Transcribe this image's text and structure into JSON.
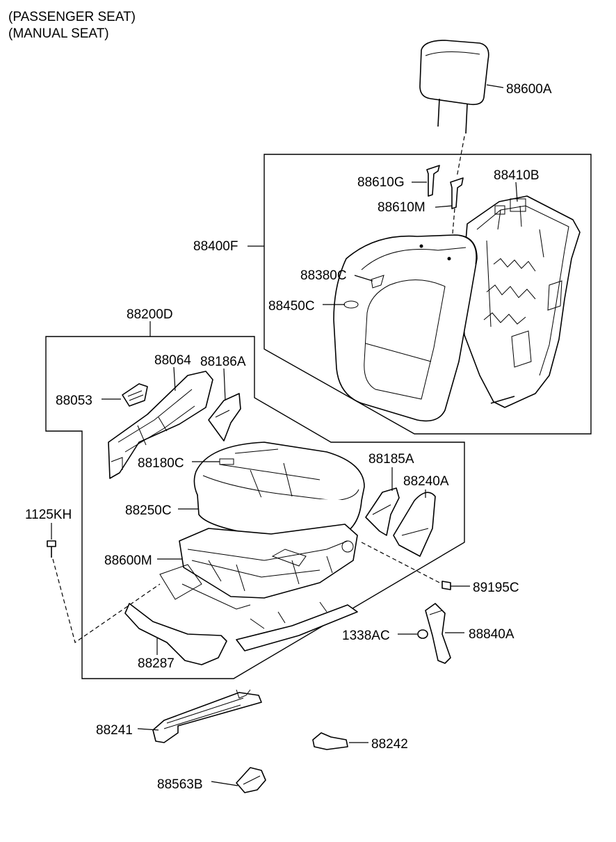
{
  "header": {
    "line1": "(PASSENGER SEAT)",
    "line2": "(MANUAL SEAT)"
  },
  "labels": {
    "p88600A": "88600A",
    "p88610G": "88610G",
    "p88610M": "88610M",
    "p88410B": "88410B",
    "p88400F": "88400F",
    "p88380C": "88380C",
    "p88450C": "88450C",
    "p88200D": "88200D",
    "p88064": "88064",
    "p88186A": "88186A",
    "p88053": "88053",
    "p88180C": "88180C",
    "p88185A": "88185A",
    "p88240A": "88240A",
    "p88250C": "88250C",
    "p1125KH": "1125KH",
    "p88600M": "88600M",
    "p89195C": "89195C",
    "p1338AC": "1338AC",
    "p88840A": "88840A",
    "p88287": "88287",
    "p88241": "88241",
    "p88242": "88242",
    "p88563B": "88563B"
  }
}
